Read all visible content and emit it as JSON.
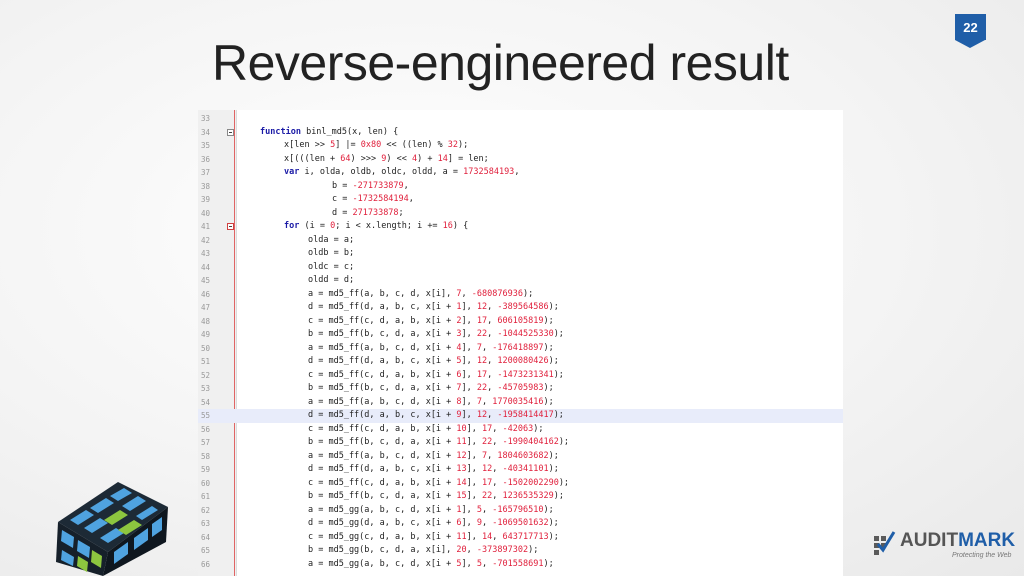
{
  "slide_number": "22",
  "title": "Reverse-engineered result",
  "logo": {
    "brand_part1": "AUDIT",
    "brand_part2": "MARK",
    "tagline": "Protecting the Web",
    "icon": "checkbox-grid-icon"
  },
  "highlighted_line": "55",
  "code_lines": [
    {
      "n": "33",
      "indent": 0,
      "tokens": []
    },
    {
      "n": "34",
      "indent": 0,
      "fold": "gray",
      "tokens": [
        [
          "kw",
          "function"
        ],
        [
          "op",
          " binl_md5(x, len) {"
        ]
      ]
    },
    {
      "n": "35",
      "indent": 1,
      "tokens": [
        [
          "op",
          "x[len >> "
        ],
        [
          "num",
          "5"
        ],
        [
          "op",
          "] |= "
        ],
        [
          "num",
          "0x80"
        ],
        [
          "op",
          " << ((len) % "
        ],
        [
          "num",
          "32"
        ],
        [
          "op",
          ");"
        ]
      ]
    },
    {
      "n": "36",
      "indent": 1,
      "tokens": [
        [
          "op",
          "x[(((len + "
        ],
        [
          "num",
          "64"
        ],
        [
          "op",
          ") >>> "
        ],
        [
          "num",
          "9"
        ],
        [
          "op",
          ") << "
        ],
        [
          "num",
          "4"
        ],
        [
          "op",
          ") + "
        ],
        [
          "num",
          "14"
        ],
        [
          "op",
          "] = len;"
        ]
      ]
    },
    {
      "n": "37",
      "indent": 1,
      "tokens": [
        [
          "kw",
          "var"
        ],
        [
          "op",
          " i, olda, oldb, oldc, oldd, a = "
        ],
        [
          "num",
          "1732584193"
        ],
        [
          "op",
          ","
        ]
      ]
    },
    {
      "n": "38",
      "indent": 3,
      "tokens": [
        [
          "op",
          "b = "
        ],
        [
          "num",
          "-271733879"
        ],
        [
          "op",
          ","
        ]
      ]
    },
    {
      "n": "39",
      "indent": 3,
      "tokens": [
        [
          "op",
          "c = "
        ],
        [
          "num",
          "-1732584194"
        ],
        [
          "op",
          ","
        ]
      ]
    },
    {
      "n": "40",
      "indent": 3,
      "tokens": [
        [
          "op",
          "d = "
        ],
        [
          "num",
          "271733878"
        ],
        [
          "op",
          ";"
        ]
      ]
    },
    {
      "n": "41",
      "indent": 1,
      "fold": "red",
      "tokens": [
        [
          "kw",
          "for"
        ],
        [
          "op",
          " (i = "
        ],
        [
          "num",
          "0"
        ],
        [
          "op",
          "; i < x.length; i += "
        ],
        [
          "num",
          "16"
        ],
        [
          "op",
          ") {"
        ]
      ]
    },
    {
      "n": "42",
      "indent": 2,
      "tokens": [
        [
          "op",
          "olda = a;"
        ]
      ]
    },
    {
      "n": "43",
      "indent": 2,
      "tokens": [
        [
          "op",
          "oldb = b;"
        ]
      ]
    },
    {
      "n": "44",
      "indent": 2,
      "tokens": [
        [
          "op",
          "oldc = c;"
        ]
      ]
    },
    {
      "n": "45",
      "indent": 2,
      "tokens": [
        [
          "op",
          "oldd = d;"
        ]
      ]
    },
    {
      "n": "46",
      "indent": 2,
      "tokens": [
        [
          "op",
          "a = md5_ff(a, b, c, d, x[i], "
        ],
        [
          "num",
          "7"
        ],
        [
          "op",
          ", "
        ],
        [
          "num",
          "-680876936"
        ],
        [
          "op",
          ");"
        ]
      ]
    },
    {
      "n": "47",
      "indent": 2,
      "tokens": [
        [
          "op",
          "d = md5_ff(d, a, b, c, x[i + "
        ],
        [
          "num",
          "1"
        ],
        [
          "op",
          "], "
        ],
        [
          "num",
          "12"
        ],
        [
          "op",
          ", "
        ],
        [
          "num",
          "-389564586"
        ],
        [
          "op",
          ");"
        ]
      ]
    },
    {
      "n": "48",
      "indent": 2,
      "tokens": [
        [
          "op",
          "c = md5_ff(c, d, a, b, x[i + "
        ],
        [
          "num",
          "2"
        ],
        [
          "op",
          "], "
        ],
        [
          "num",
          "17"
        ],
        [
          "op",
          ", "
        ],
        [
          "num",
          "606105819"
        ],
        [
          "op",
          ");"
        ]
      ]
    },
    {
      "n": "49",
      "indent": 2,
      "tokens": [
        [
          "op",
          "b = md5_ff(b, c, d, a, x[i + "
        ],
        [
          "num",
          "3"
        ],
        [
          "op",
          "], "
        ],
        [
          "num",
          "22"
        ],
        [
          "op",
          ", "
        ],
        [
          "num",
          "-1044525330"
        ],
        [
          "op",
          ");"
        ]
      ]
    },
    {
      "n": "50",
      "indent": 2,
      "tokens": [
        [
          "op",
          "a = md5_ff(a, b, c, d, x[i + "
        ],
        [
          "num",
          "4"
        ],
        [
          "op",
          "], "
        ],
        [
          "num",
          "7"
        ],
        [
          "op",
          ", "
        ],
        [
          "num",
          "-176418897"
        ],
        [
          "op",
          ");"
        ]
      ]
    },
    {
      "n": "51",
      "indent": 2,
      "tokens": [
        [
          "op",
          "d = md5_ff(d, a, b, c, x[i + "
        ],
        [
          "num",
          "5"
        ],
        [
          "op",
          "], "
        ],
        [
          "num",
          "12"
        ],
        [
          "op",
          ", "
        ],
        [
          "num",
          "1200080426"
        ],
        [
          "op",
          ");"
        ]
      ]
    },
    {
      "n": "52",
      "indent": 2,
      "tokens": [
        [
          "op",
          "c = md5_ff(c, d, a, b, x[i + "
        ],
        [
          "num",
          "6"
        ],
        [
          "op",
          "], "
        ],
        [
          "num",
          "17"
        ],
        [
          "op",
          ", "
        ],
        [
          "num",
          "-1473231341"
        ],
        [
          "op",
          ");"
        ]
      ]
    },
    {
      "n": "53",
      "indent": 2,
      "tokens": [
        [
          "op",
          "b = md5_ff(b, c, d, a, x[i + "
        ],
        [
          "num",
          "7"
        ],
        [
          "op",
          "], "
        ],
        [
          "num",
          "22"
        ],
        [
          "op",
          ", "
        ],
        [
          "num",
          "-45705983"
        ],
        [
          "op",
          ");"
        ]
      ]
    },
    {
      "n": "54",
      "indent": 2,
      "tokens": [
        [
          "op",
          "a = md5_ff(a, b, c, d, x[i + "
        ],
        [
          "num",
          "8"
        ],
        [
          "op",
          "], "
        ],
        [
          "num",
          "7"
        ],
        [
          "op",
          ", "
        ],
        [
          "num",
          "1770035416"
        ],
        [
          "op",
          ");"
        ]
      ]
    },
    {
      "n": "55",
      "indent": 2,
      "tokens": [
        [
          "op",
          "d = md5_ff(d, a, b, c, x[i + "
        ],
        [
          "num",
          "9"
        ],
        [
          "op",
          "], "
        ],
        [
          "num",
          "12"
        ],
        [
          "op",
          ", "
        ],
        [
          "num",
          "-1958414417"
        ],
        [
          "op",
          ");"
        ]
      ]
    },
    {
      "n": "56",
      "indent": 2,
      "tokens": [
        [
          "op",
          "c = md5_ff(c, d, a, b, x[i + "
        ],
        [
          "num",
          "10"
        ],
        [
          "op",
          "], "
        ],
        [
          "num",
          "17"
        ],
        [
          "op",
          ", "
        ],
        [
          "num",
          "-42063"
        ],
        [
          "op",
          ");"
        ]
      ]
    },
    {
      "n": "57",
      "indent": 2,
      "tokens": [
        [
          "op",
          "b = md5_ff(b, c, d, a, x[i + "
        ],
        [
          "num",
          "11"
        ],
        [
          "op",
          "], "
        ],
        [
          "num",
          "22"
        ],
        [
          "op",
          ", "
        ],
        [
          "num",
          "-1990404162"
        ],
        [
          "op",
          ");"
        ]
      ]
    },
    {
      "n": "58",
      "indent": 2,
      "tokens": [
        [
          "op",
          "a = md5_ff(a, b, c, d, x[i + "
        ],
        [
          "num",
          "12"
        ],
        [
          "op",
          "], "
        ],
        [
          "num",
          "7"
        ],
        [
          "op",
          ", "
        ],
        [
          "num",
          "1804603682"
        ],
        [
          "op",
          ");"
        ]
      ]
    },
    {
      "n": "59",
      "indent": 2,
      "tokens": [
        [
          "op",
          "d = md5_ff(d, a, b, c, x[i + "
        ],
        [
          "num",
          "13"
        ],
        [
          "op",
          "], "
        ],
        [
          "num",
          "12"
        ],
        [
          "op",
          ", "
        ],
        [
          "num",
          "-40341101"
        ],
        [
          "op",
          ");"
        ]
      ]
    },
    {
      "n": "60",
      "indent": 2,
      "tokens": [
        [
          "op",
          "c = md5_ff(c, d, a, b, x[i + "
        ],
        [
          "num",
          "14"
        ],
        [
          "op",
          "], "
        ],
        [
          "num",
          "17"
        ],
        [
          "op",
          ", "
        ],
        [
          "num",
          "-1502002290"
        ],
        [
          "op",
          ");"
        ]
      ]
    },
    {
      "n": "61",
      "indent": 2,
      "tokens": [
        [
          "op",
          "b = md5_ff(b, c, d, a, x[i + "
        ],
        [
          "num",
          "15"
        ],
        [
          "op",
          "], "
        ],
        [
          "num",
          "22"
        ],
        [
          "op",
          ", "
        ],
        [
          "num",
          "1236535329"
        ],
        [
          "op",
          ");"
        ]
      ]
    },
    {
      "n": "62",
      "indent": 2,
      "tokens": [
        [
          "op",
          "a = md5_gg(a, b, c, d, x[i + "
        ],
        [
          "num",
          "1"
        ],
        [
          "op",
          "], "
        ],
        [
          "num",
          "5"
        ],
        [
          "op",
          ", "
        ],
        [
          "num",
          "-165796510"
        ],
        [
          "op",
          ");"
        ]
      ]
    },
    {
      "n": "63",
      "indent": 2,
      "tokens": [
        [
          "op",
          "d = md5_gg(d, a, b, c, x[i + "
        ],
        [
          "num",
          "6"
        ],
        [
          "op",
          "], "
        ],
        [
          "num",
          "9"
        ],
        [
          "op",
          ", "
        ],
        [
          "num",
          "-1069501632"
        ],
        [
          "op",
          ");"
        ]
      ]
    },
    {
      "n": "64",
      "indent": 2,
      "tokens": [
        [
          "op",
          "c = md5_gg(c, d, a, b, x[i + "
        ],
        [
          "num",
          "11"
        ],
        [
          "op",
          "], "
        ],
        [
          "num",
          "14"
        ],
        [
          "op",
          ", "
        ],
        [
          "num",
          "643717713"
        ],
        [
          "op",
          ");"
        ]
      ]
    },
    {
      "n": "65",
      "indent": 2,
      "tokens": [
        [
          "op",
          "b = md5_gg(b, c, d, a, x[i], "
        ],
        [
          "num",
          "20"
        ],
        [
          "op",
          ", "
        ],
        [
          "num",
          "-373897302"
        ],
        [
          "op",
          ");"
        ]
      ]
    },
    {
      "n": "66",
      "indent": 2,
      "tokens": [
        [
          "op",
          "a = md5_gg(a, b, c, d, x[i + "
        ],
        [
          "num",
          "5"
        ],
        [
          "op",
          "], "
        ],
        [
          "num",
          "5"
        ],
        [
          "op",
          ", "
        ],
        [
          "num",
          "-701558691"
        ],
        [
          "op",
          ");"
        ]
      ]
    }
  ]
}
